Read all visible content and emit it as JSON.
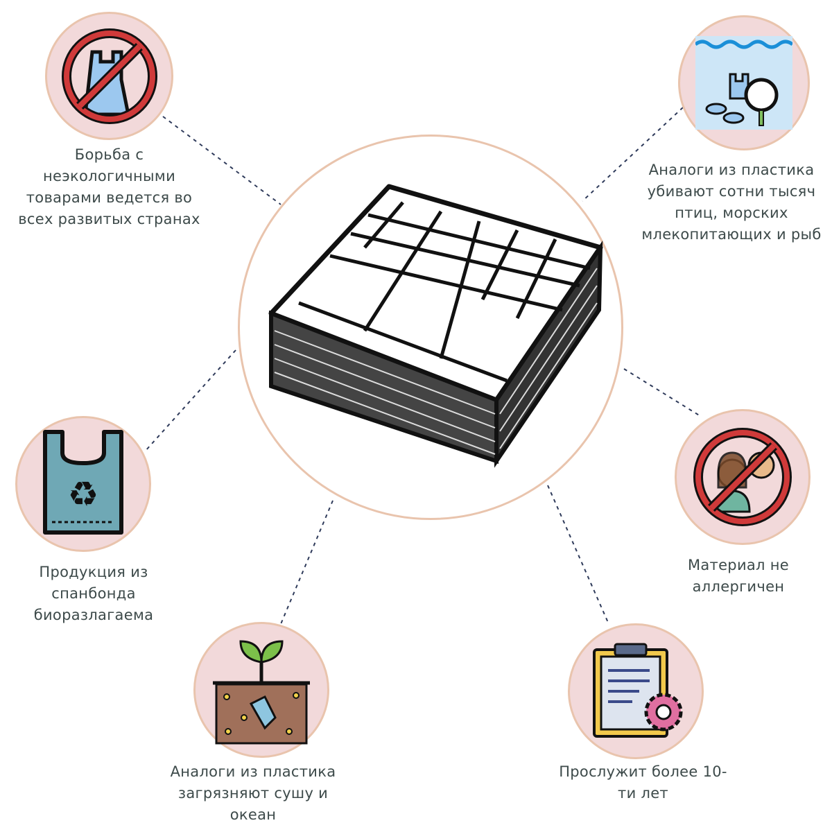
{
  "features": [
    {
      "id": "fight",
      "text": "Борьба с неэкологичными товарами ведется во всех развитых странах",
      "icon": "no-plastic-bag-icon"
    },
    {
      "id": "kills",
      "text": "Аналоги из пластика убивают сотни тысяч птиц, морских млекопитающих и рыб",
      "icon": "ocean-microplastic-icon"
    },
    {
      "id": "bio",
      "text": "Продукция из спанбонда биоразлагаема",
      "icon": "recycle-bag-icon"
    },
    {
      "id": "allergy",
      "text": "Материал не аллергичен",
      "icon": "no-allergy-icon"
    },
    {
      "id": "pollute",
      "text": "Аналоги из пластика загрязняют сушу и океан",
      "icon": "soil-pollution-icon"
    },
    {
      "id": "lasts",
      "text": "Прослужит более 10-ти лет",
      "icon": "clipboard-gear-icon"
    }
  ],
  "colors": {
    "circle_fill": "#f2d9da",
    "circle_border": "#e9c4ad",
    "text": "#3d4a4a",
    "ban_red": "#d03a3a",
    "line": "#2e3a5a"
  }
}
